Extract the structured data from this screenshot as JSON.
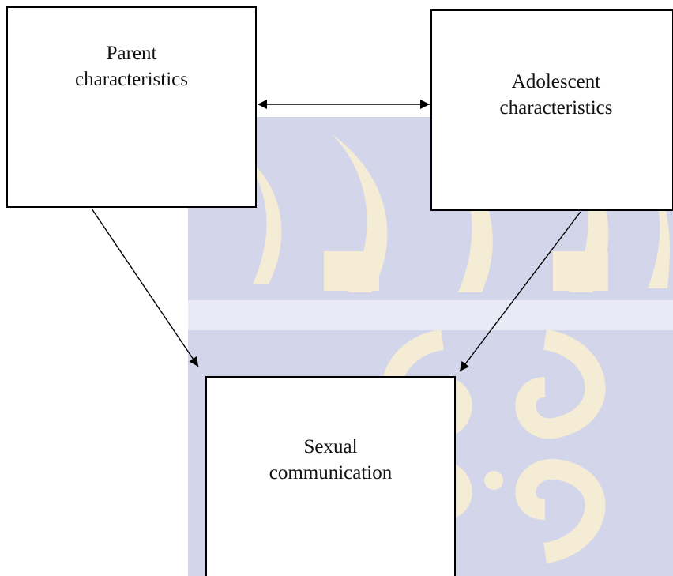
{
  "diagram": {
    "nodes": {
      "parent": {
        "line1": "Parent",
        "line2": "characteristics"
      },
      "adolescent": {
        "line1": "Adolescent",
        "line2": "characteristics"
      },
      "sexual": {
        "line1": "Sexual",
        "line2": "communication"
      }
    },
    "edges": [
      {
        "from": "parent",
        "to": "adolescent",
        "type": "bidirectional"
      },
      {
        "from": "parent",
        "to": "sexual",
        "type": "directed"
      },
      {
        "from": "adolescent",
        "to": "sexual",
        "type": "directed"
      }
    ]
  },
  "watermark": {
    "icon": "university-crest-watermark-icon",
    "colors": {
      "blue": "#d2d4e9",
      "gold": "#f6efd8"
    }
  }
}
